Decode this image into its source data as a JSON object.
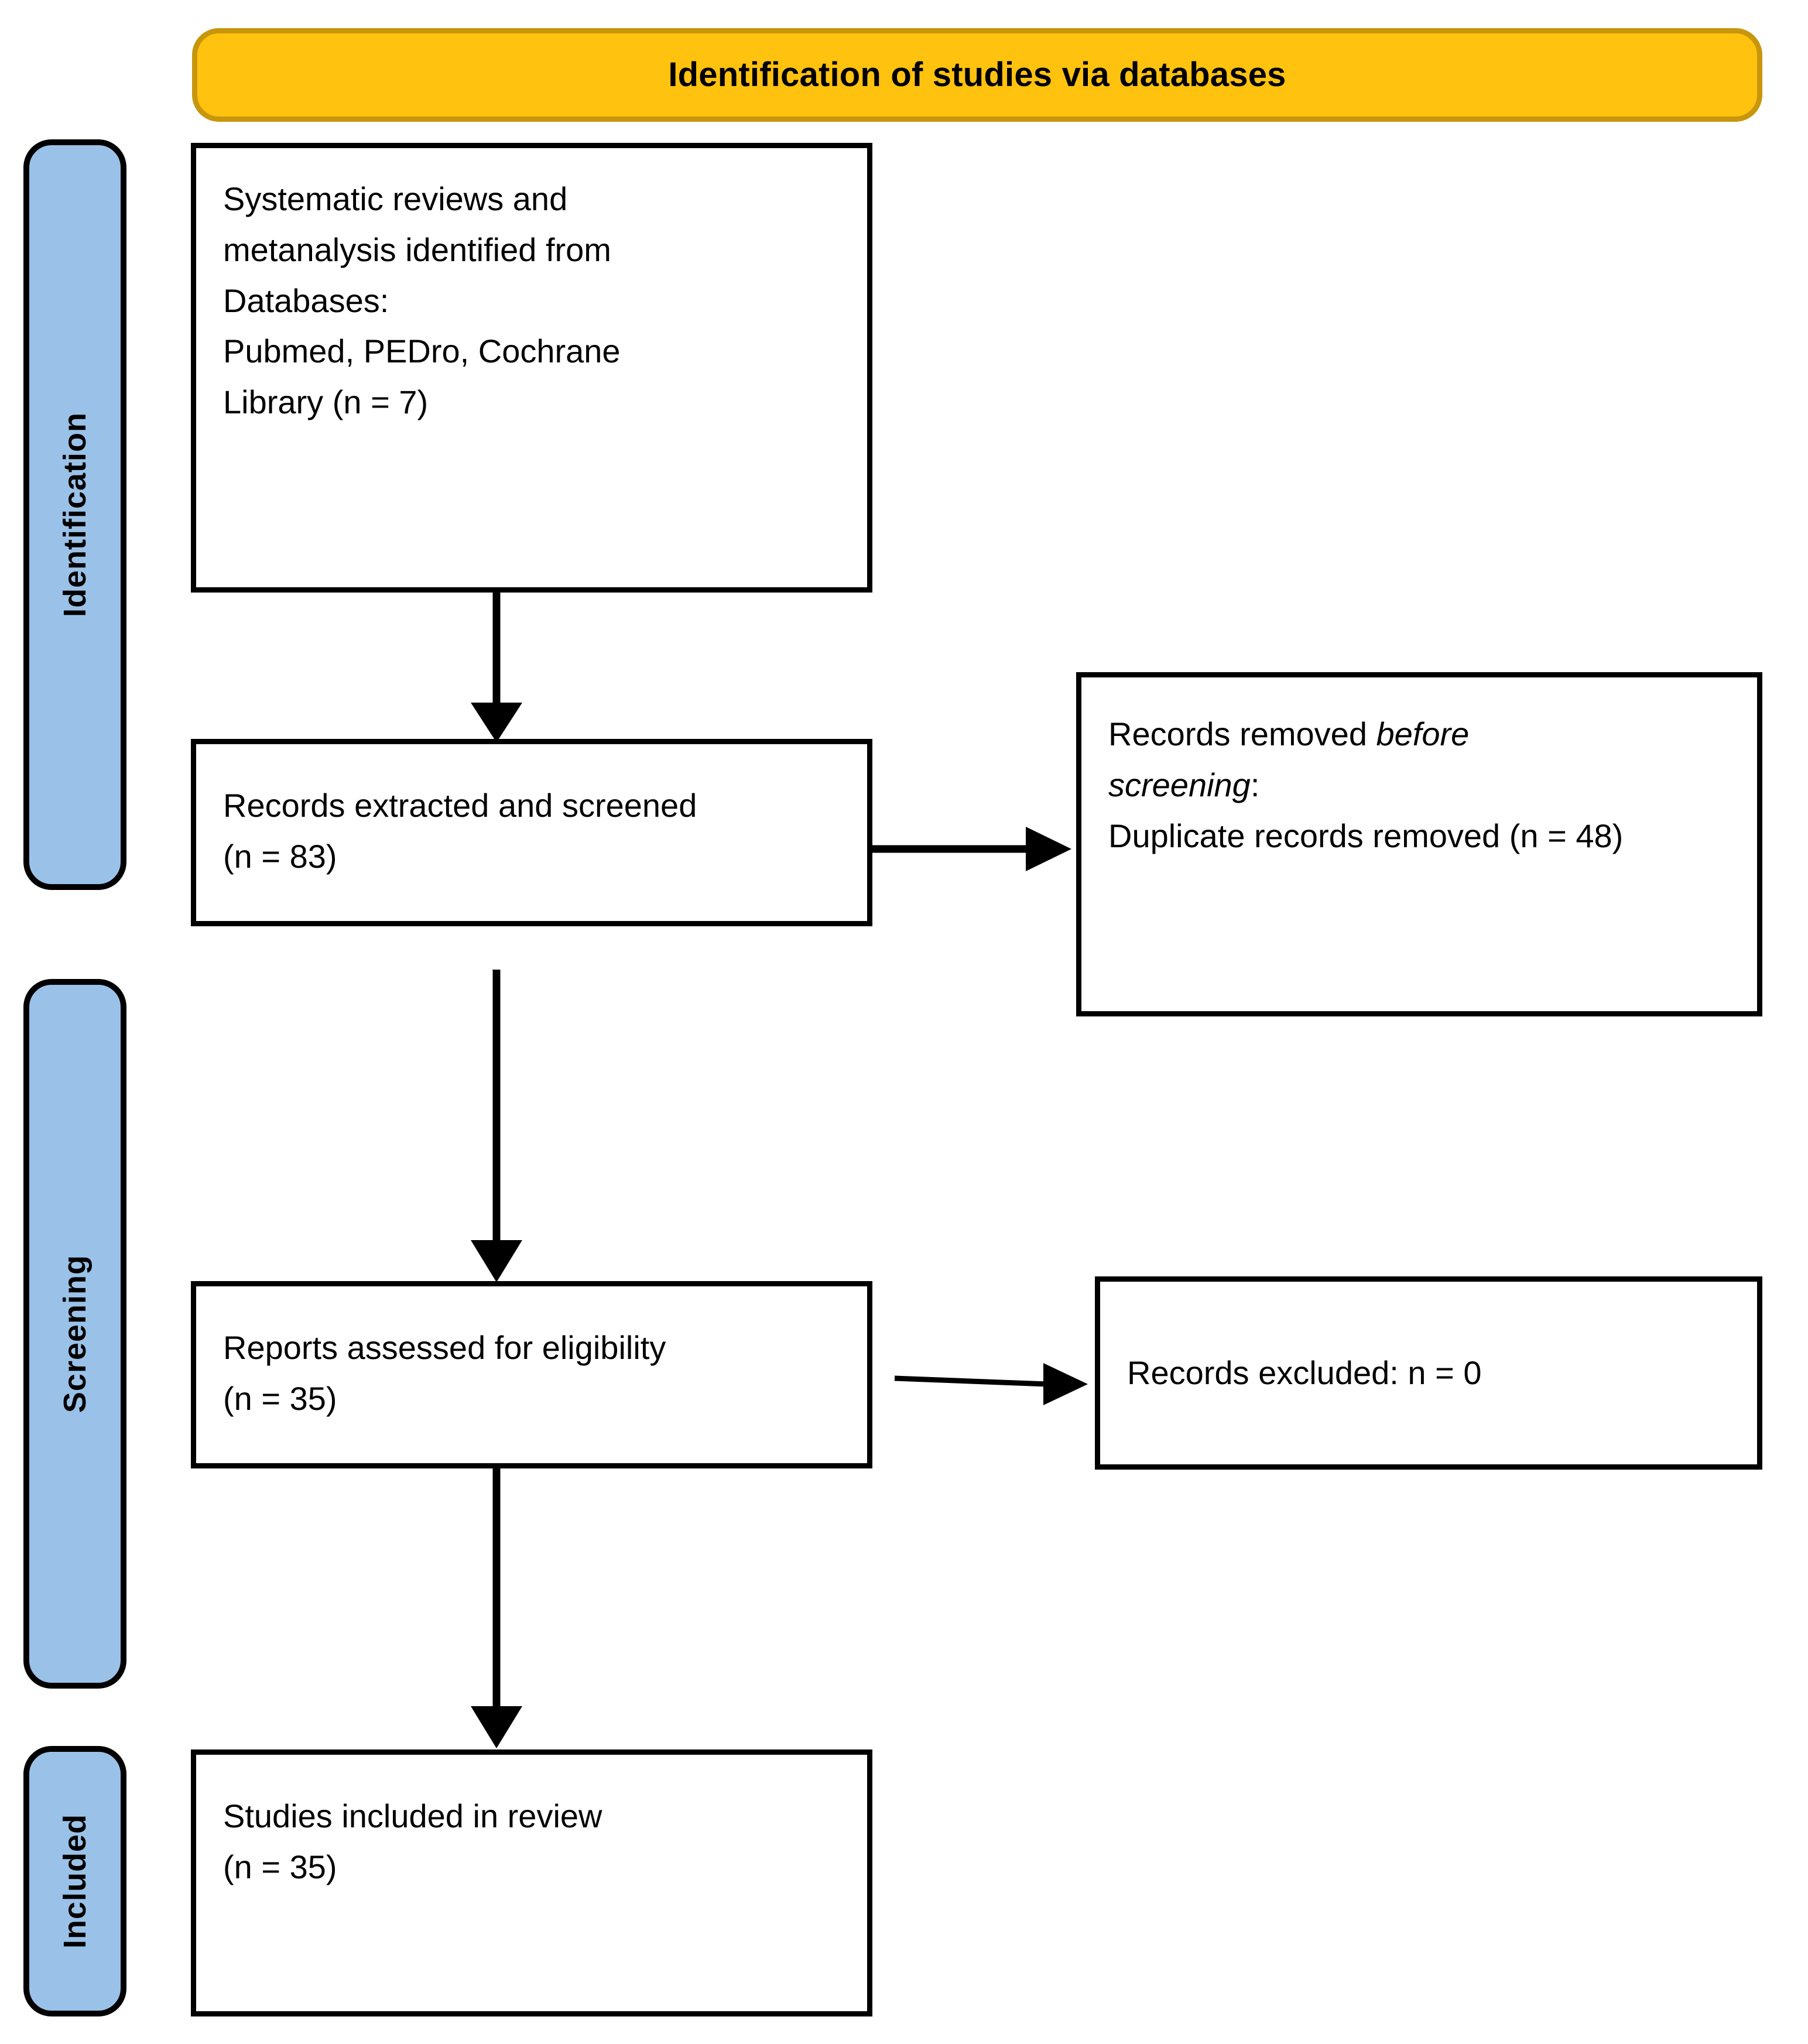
{
  "diagram": {
    "title": "Identification of studies via databases",
    "type": "PRISMA flow diagram",
    "banner": {
      "label": "Identification of studies via databases",
      "fill_color": "#FFC20E",
      "border_color": "#C8960C",
      "text_color": "#000000"
    },
    "stage_color": "#9AC2E8",
    "stages": [
      {
        "id": "identification",
        "label": "Identification"
      },
      {
        "id": "screening",
        "label": "Screening"
      },
      {
        "id": "included",
        "label": "Included"
      }
    ],
    "boxes": [
      {
        "id": "records-identified",
        "stage": "identification",
        "lines": [
          "Systematic reviews and",
          "metanalysis identified from",
          "Databases:",
          "Pubmed, PEDro, Cochrane",
          "Library (n = 7)"
        ],
        "count": 7
      },
      {
        "id": "records-screened",
        "stage": "identification",
        "lines": [
          "Records extracted and screened",
          "(n = 83)"
        ],
        "count": 83
      },
      {
        "id": "records-removed",
        "stage": "identification",
        "line_1_plain": "Records removed ",
        "line_1_italic": "before",
        "line_2_italic": "screening",
        "line_2_plain": ":",
        "line_3": "Duplicate records removed (n = 48)",
        "count": 48
      },
      {
        "id": "reports-assessed",
        "stage": "screening",
        "lines": [
          "Reports assessed for eligibility",
          "(n = 35)"
        ],
        "count": 35
      },
      {
        "id": "records-excluded",
        "stage": "screening",
        "lines": [
          "Records excluded: n = 0"
        ],
        "count": 0
      },
      {
        "id": "studies-included",
        "stage": "included",
        "lines": [
          "Studies included in review",
          "(n = 35)"
        ],
        "count": 35
      }
    ],
    "connectors": [
      {
        "id": "identified-to-screened",
        "direction": "down"
      },
      {
        "id": "screened-to-removed",
        "direction": "right"
      },
      {
        "id": "screened-to-assessed",
        "direction": "down"
      },
      {
        "id": "assessed-to-excluded",
        "direction": "right"
      },
      {
        "id": "assessed-to-included",
        "direction": "down"
      }
    ]
  }
}
